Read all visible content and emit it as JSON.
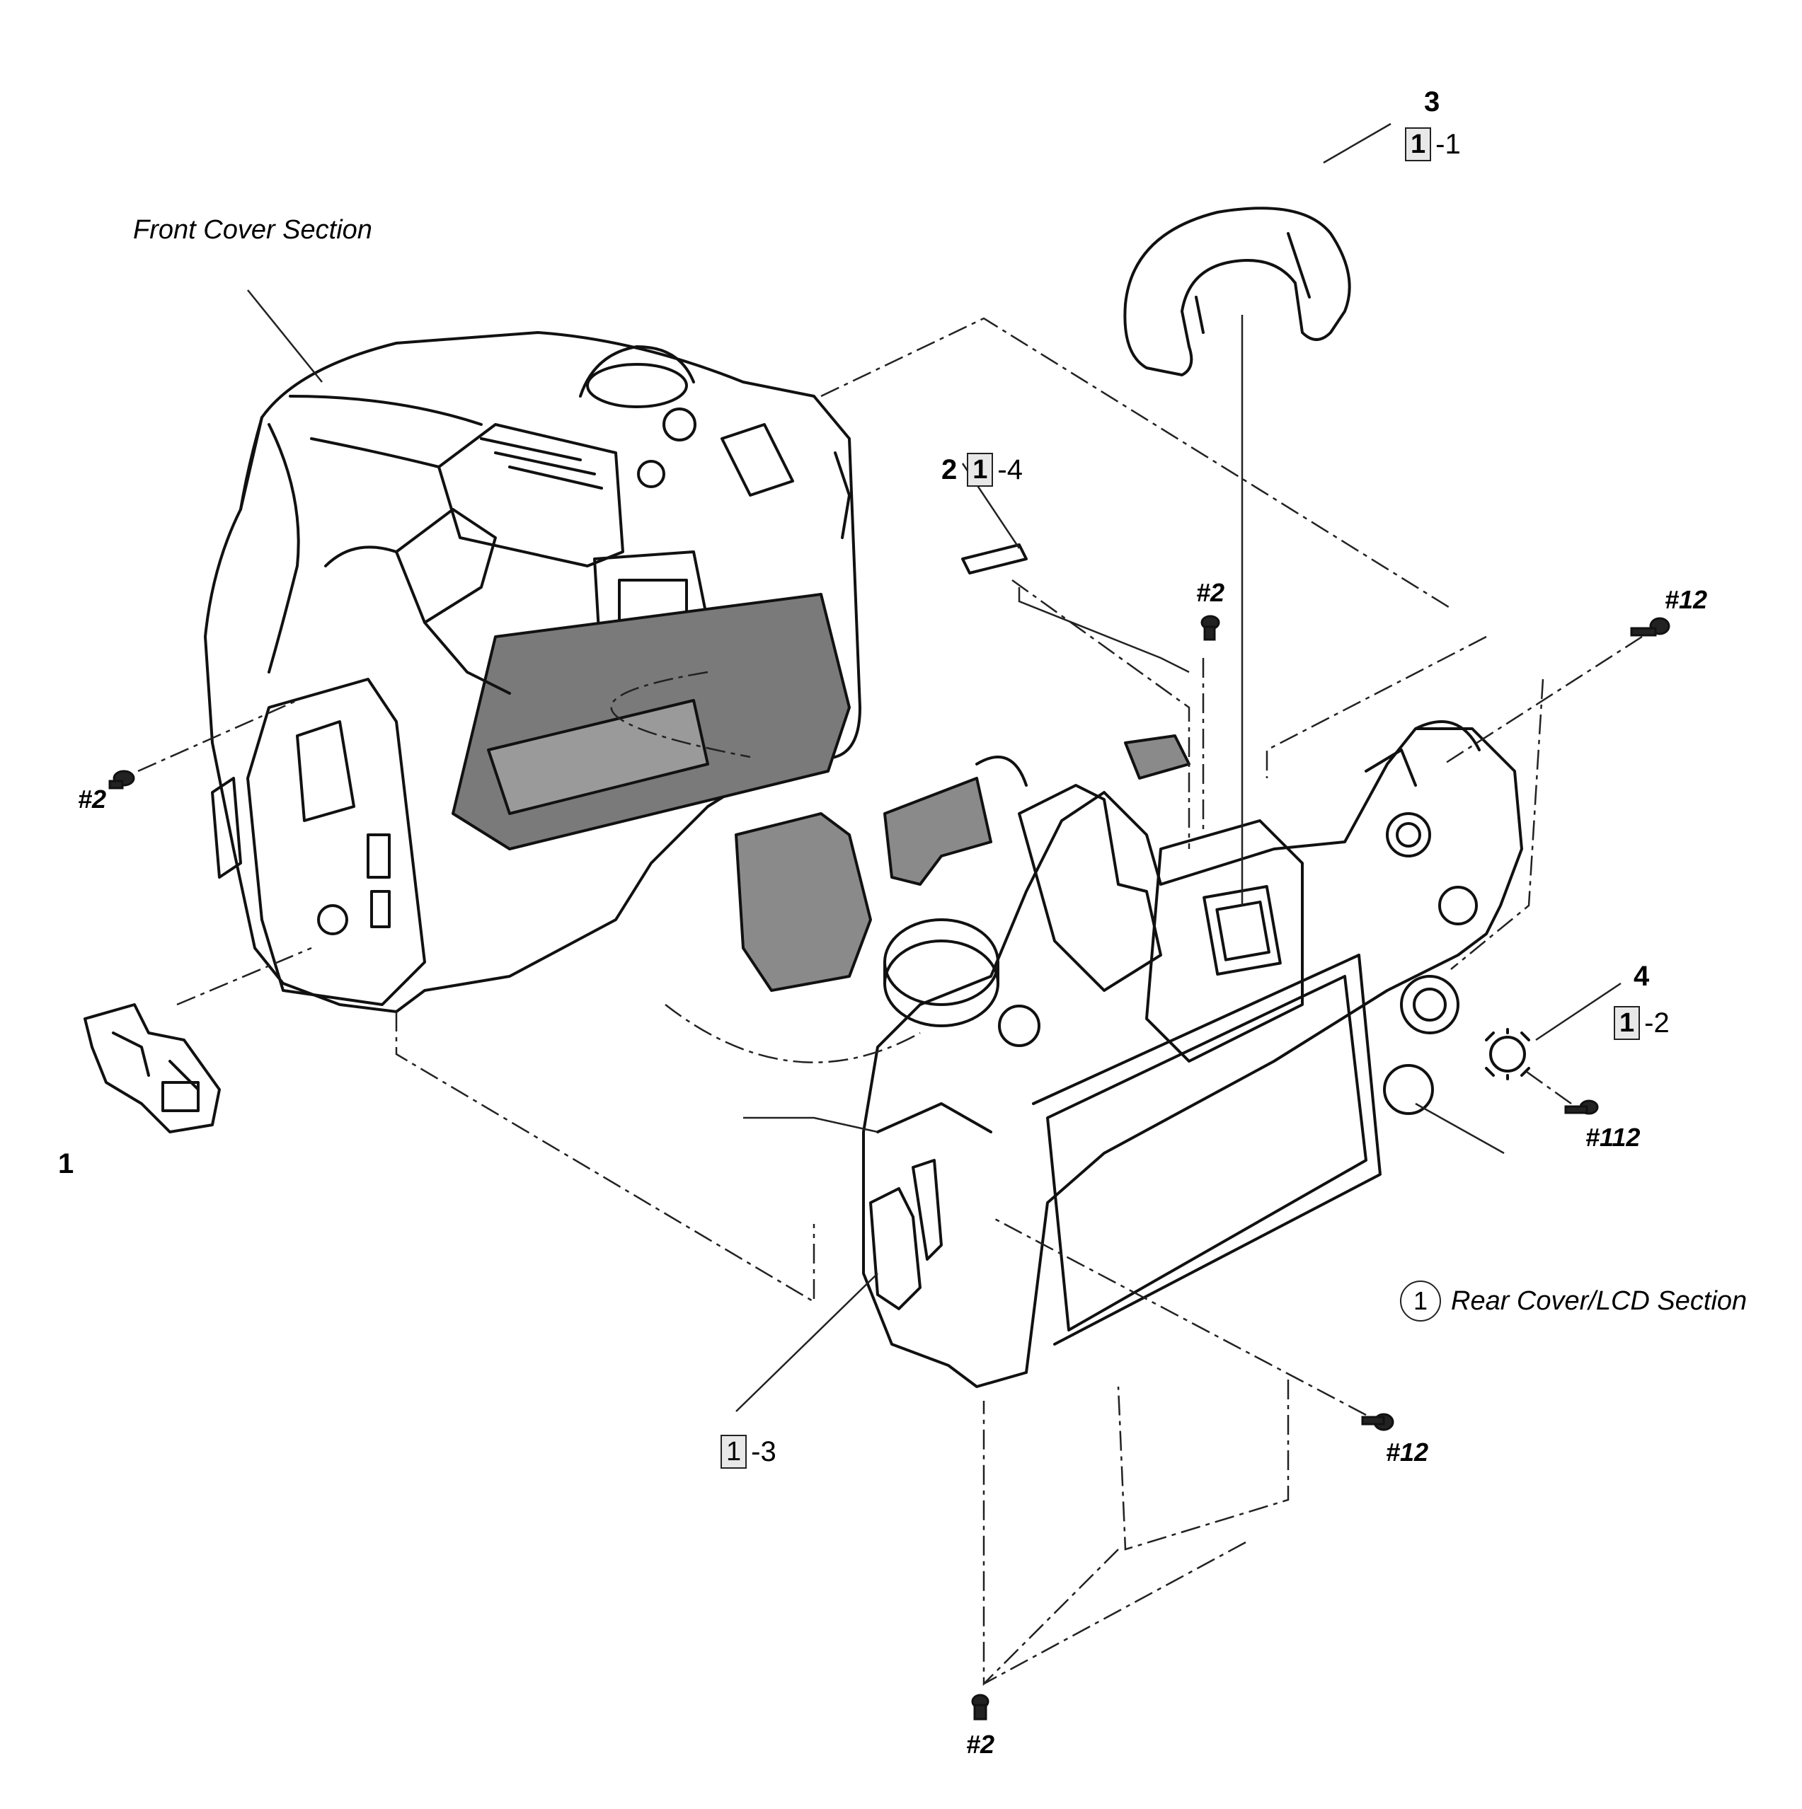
{
  "callouts": {
    "front_cover": "Front Cover Section",
    "rear_cover_num": "1",
    "rear_cover": "Rear Cover/LCD Section"
  },
  "parts": {
    "p1": "1",
    "p2": "2",
    "p2_box": "1",
    "p2_suffix": "-4",
    "p3": "3",
    "p3_box": "1",
    "p3_suffix": "-1",
    "p4": "4",
    "p4_box": "1",
    "p4_suffix": "-2",
    "p13_box": "1",
    "p13_suffix": "-3"
  },
  "screws": {
    "s_left": "#2",
    "s_top": "#2",
    "s_top_right": "#12",
    "s_right": "#112",
    "s_mid_right": "#12",
    "s_bottom": "#2"
  }
}
